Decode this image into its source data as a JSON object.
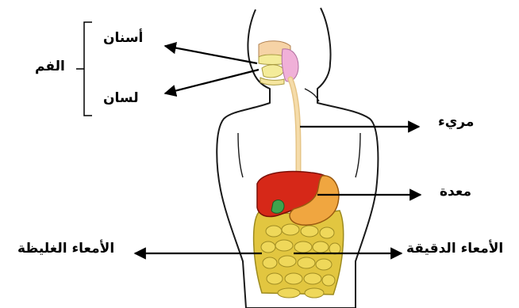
{
  "labels": {
    "mouth": "الفم",
    "teeth": "أسنان",
    "tongue": "لسان",
    "esophagus": "مريء",
    "stomach": "معدة",
    "large_intestine": "الأمعاء الغليظة",
    "small_intestine": "الأمعاء الدقيقة"
  },
  "colors": {
    "outline": "#1a1a1a",
    "arrow": "#000000",
    "esophagus": "#f2d59a",
    "liver": "#d62818",
    "stomach": "#f0a640",
    "gallbladder": "#3fa34d",
    "intestine": "#e8d04a",
    "teeth": "#f4ec9a",
    "glands": "#f0b0d8"
  }
}
